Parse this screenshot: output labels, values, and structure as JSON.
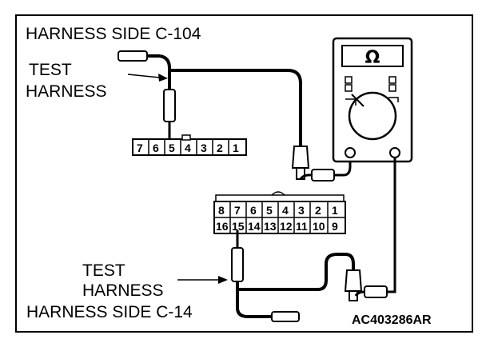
{
  "labels": {
    "top_title": "HARNESS SIDE C-104",
    "bottom_title": "HARNESS SIDE C-14",
    "test_harness_top_1": "TEST",
    "test_harness_top_2": "HARNESS",
    "test_harness_bottom_1": "TEST",
    "test_harness_bottom_2": "HARNESS",
    "figure_code": "AC403286AR"
  },
  "meter": {
    "symbol": "Ω"
  },
  "connector_c104": {
    "pins": [
      "7",
      "6",
      "5",
      "4",
      "3",
      "2",
      "1"
    ]
  },
  "connector_c14": {
    "row1": [
      "8",
      "7",
      "6",
      "5",
      "4",
      "3",
      "2",
      "1"
    ],
    "row2": [
      "16",
      "15",
      "14",
      "13",
      "12",
      "11",
      "10",
      "9"
    ]
  }
}
